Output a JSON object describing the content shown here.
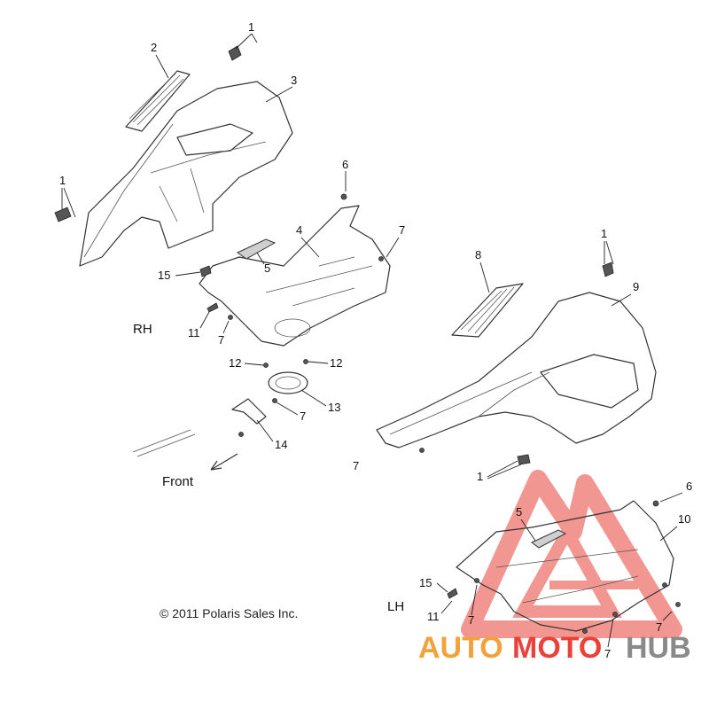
{
  "labels": {
    "rh": "RH",
    "lh": "LH",
    "front": "Front",
    "copyright": "© 2011 Polaris Sales Inc."
  },
  "callouts": [
    "1",
    "2",
    "3",
    "1",
    "6",
    "4",
    "7",
    "5",
    "15",
    "11",
    "7",
    "12",
    "12",
    "13",
    "7",
    "14",
    "7",
    "8",
    "1",
    "9",
    "1",
    "6",
    "5",
    "10",
    "15",
    "11",
    "7",
    "7",
    "7"
  ],
  "watermark": {
    "part1": "AUTO",
    "part2": "MOTO",
    "part3": "HUB",
    "color_orange": "#f2a23a",
    "color_red": "#e8423a",
    "color_gray": "#8a8a8a"
  },
  "colors": {
    "line": "#333333",
    "background": "#ffffff"
  }
}
